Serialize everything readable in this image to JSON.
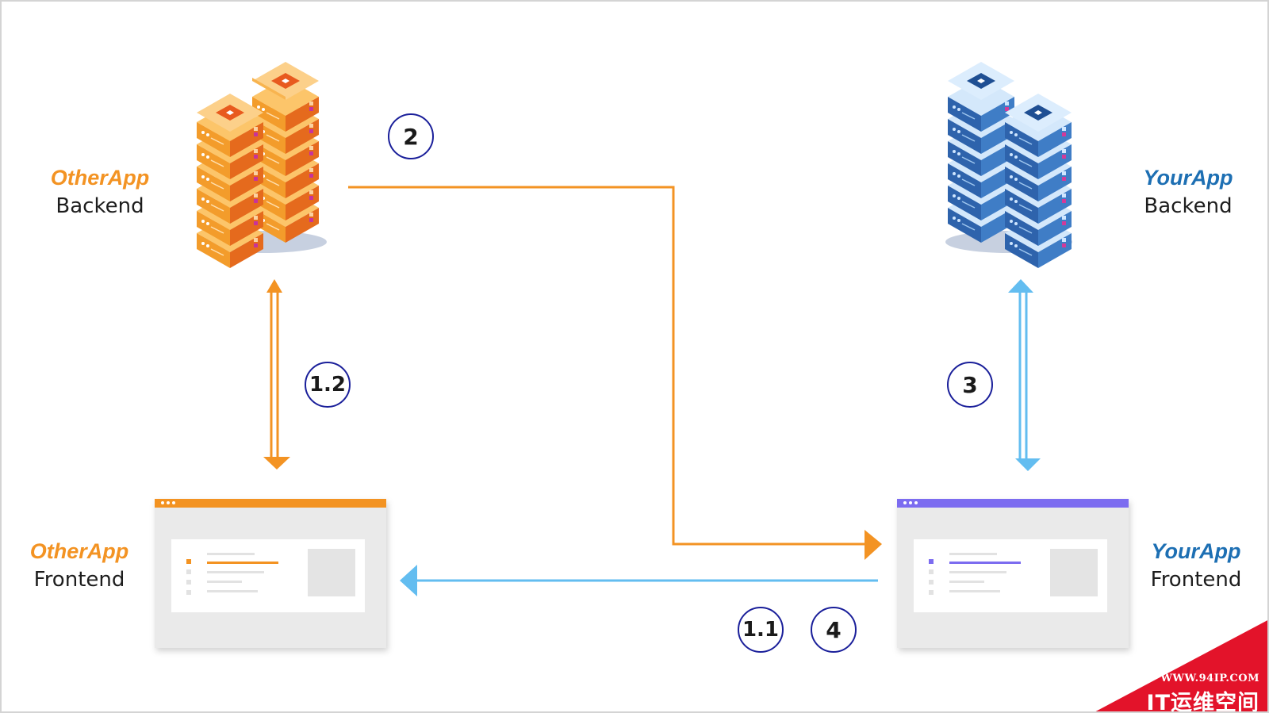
{
  "otherapp": {
    "name": "OtherApp",
    "backend_label": "Backend",
    "frontend_label": "Frontend",
    "color": "#f39323"
  },
  "yourapp": {
    "name": "YourApp",
    "backend_label": "Backend",
    "frontend_label": "Frontend",
    "color": "#1d6fb3"
  },
  "steps": {
    "s1_1": "1.1",
    "s1_2": "1.2",
    "s2": "2",
    "s3": "3",
    "s4": "4"
  },
  "colors": {
    "orange_arrow": "#f39323",
    "blue_arrow": "#63bdf0",
    "step_ring": "#1a1f9a",
    "otherapp_window_bar": "#f39323",
    "yourapp_window_bar": "#7b6cf0",
    "watermark_red": "#e3132a"
  },
  "watermark": {
    "url": "WWW.94IP.COM",
    "name": "IT运维空间"
  }
}
